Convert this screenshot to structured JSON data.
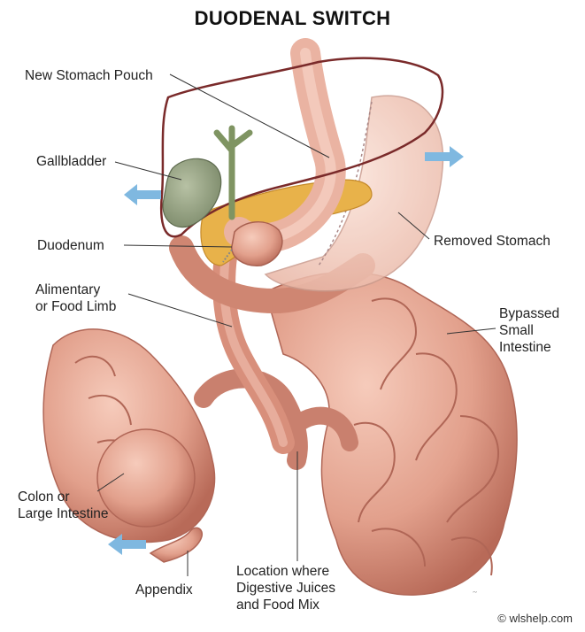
{
  "title": "DUODENAL SWITCH",
  "labels": {
    "new_stomach_pouch": "New Stomach Pouch",
    "gallbladder": "Gallbladder",
    "duodenum": "Duodenum",
    "alimentary": "Alimentary\nor Food Limb",
    "removed_stomach": "Removed Stomach",
    "bypassed": "Bypassed\nSmall\nIntestine",
    "colon": "Colon or\nLarge Intestine",
    "appendix": "Appendix",
    "location": "Location where\nDigestive Juices\nand Food Mix"
  },
  "copyright": "© wlshelp.com",
  "colors": {
    "intestine": "#e2a08c",
    "intestine_dark": "#b86a58",
    "stomach": "#f3cdc0",
    "liver_outline": "#7a2a2a",
    "gallbladder": "#8c9a78",
    "pancreas": "#e8b24a",
    "arrow": "#7fb8e0"
  }
}
